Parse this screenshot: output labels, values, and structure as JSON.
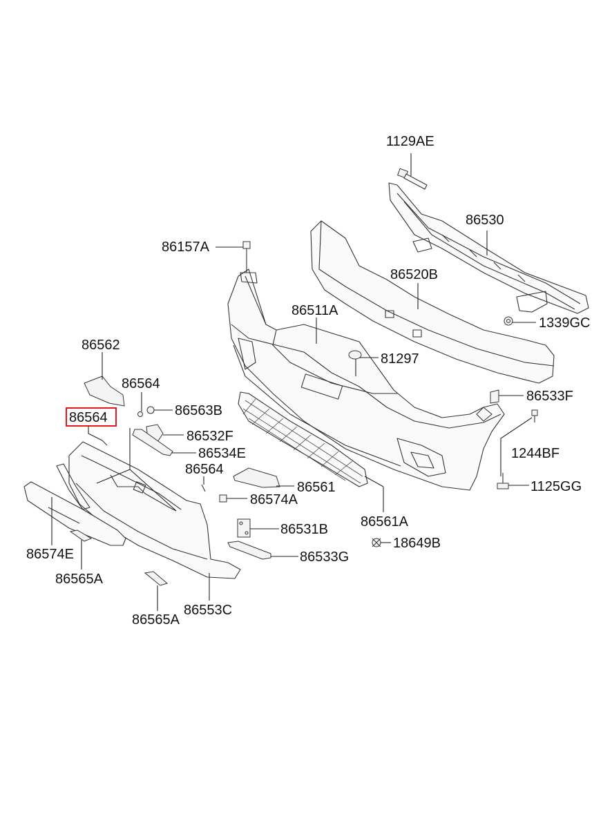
{
  "diagram": {
    "highlighted_part": "86564",
    "highlight_color": "#e00000",
    "labels": [
      {
        "id": "1129AE",
        "text": "1129AE"
      },
      {
        "id": "86530",
        "text": "86530"
      },
      {
        "id": "86157A",
        "text": "86157A"
      },
      {
        "id": "86520B",
        "text": "86520B"
      },
      {
        "id": "86511A",
        "text": "86511A"
      },
      {
        "id": "1339GC",
        "text": "1339GC"
      },
      {
        "id": "86562",
        "text": "86562"
      },
      {
        "id": "81297",
        "text": "81297"
      },
      {
        "id": "86564_top",
        "text": "86564"
      },
      {
        "id": "86533F",
        "text": "86533F"
      },
      {
        "id": "86563B",
        "text": "86563B"
      },
      {
        "id": "86564_hl",
        "text": "86564"
      },
      {
        "id": "86532F",
        "text": "86532F"
      },
      {
        "id": "1244BF",
        "text": "1244BF"
      },
      {
        "id": "86534E",
        "text": "86534E"
      },
      {
        "id": "86564_mid",
        "text": "86564"
      },
      {
        "id": "86561",
        "text": "86561"
      },
      {
        "id": "1125GG",
        "text": "1125GG"
      },
      {
        "id": "86574A",
        "text": "86574A"
      },
      {
        "id": "86561A",
        "text": "86561A"
      },
      {
        "id": "86531B",
        "text": "86531B"
      },
      {
        "id": "18649B",
        "text": "18649B"
      },
      {
        "id": "86574E",
        "text": "86574E"
      },
      {
        "id": "86533G",
        "text": "86533G"
      },
      {
        "id": "86565A_l",
        "text": "86565A"
      },
      {
        "id": "86553C",
        "text": "86553C"
      },
      {
        "id": "86565A_b",
        "text": "86565A"
      }
    ]
  }
}
